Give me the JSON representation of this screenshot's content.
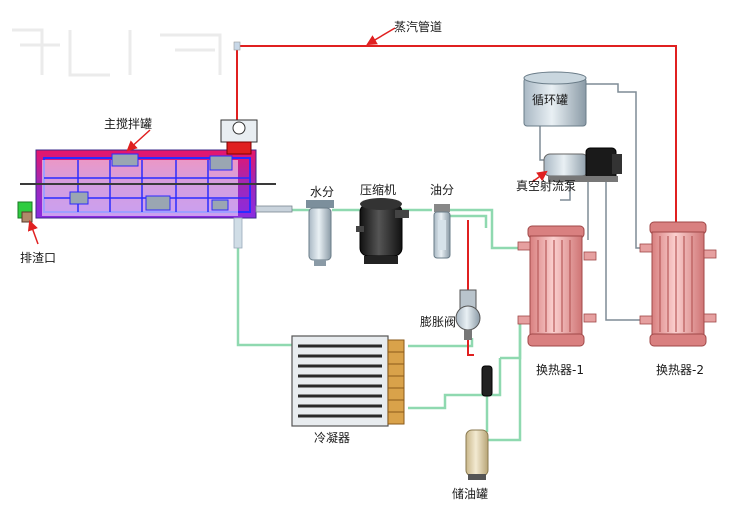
{
  "labels": {
    "steam_pipe": "蒸汽管道",
    "main_tank": "主搅拌罐",
    "drain": "排渣口",
    "water_sep": "水分",
    "compressor": "压缩机",
    "oil_sep": "油分",
    "circ_tank": "循环罐",
    "vac_pump": "真空射流泵",
    "expansion_valve": "膨胀阀",
    "hx1": "换热器-1",
    "hx2": "换热器-2",
    "condenser": "冷凝器",
    "oil_tank": "储油罐"
  },
  "colors": {
    "steam_line": "#e02020",
    "refrigerant_line": "#8fd9b0",
    "tank_outer": "#e0145a",
    "tank_inner": "#8a30d0",
    "hx_body": "#f2a0a0",
    "label_arrow": "#e02020"
  },
  "icons": {
    "compressor": "compressor-icon",
    "pump": "pump-icon",
    "valve": "valve-icon"
  }
}
